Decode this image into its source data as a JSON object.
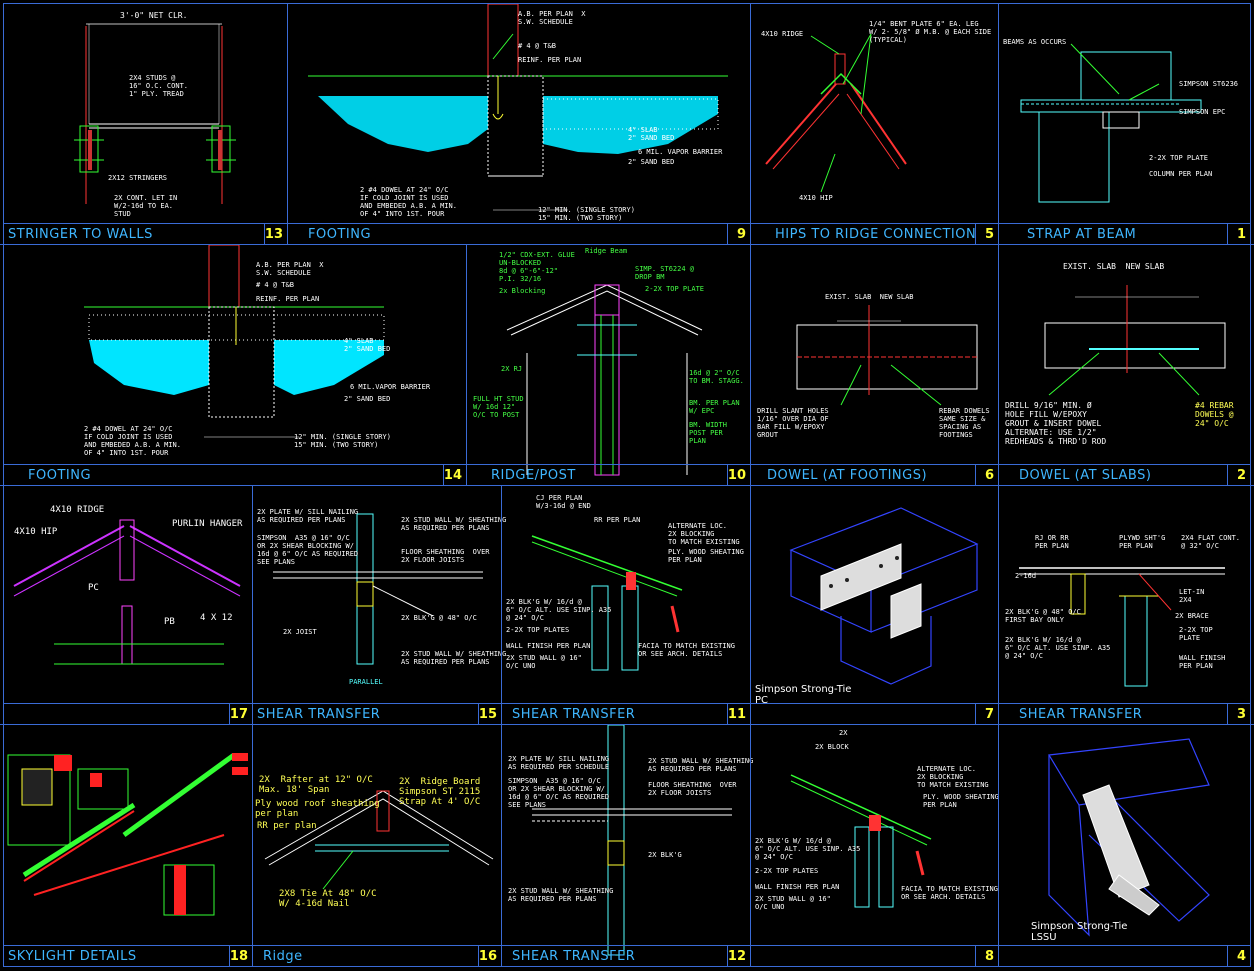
{
  "panels": [
    {
      "id": "p13",
      "title": "STRINGER TO WALLS",
      "number": "13",
      "notes": [
        "3'-0\" NET CLR.",
        "2X4 STUDS @\n16\" O.C. CONT.\n1\" PLY. TREAD",
        "2X12 STRINGERS",
        "2X CONT. LET IN\nW/2-16d TO EA.\nSTUD"
      ]
    },
    {
      "id": "p9",
      "title": "FOOTING",
      "number": "9",
      "notes": [
        "A.B. PER PLAN  X\nS.W. SCHEDULE",
        "# 4 @ T&B",
        "REINF. PER PLAN",
        "4\" SLAB\n2\" SAND BED",
        "6 MIL. VAPOR BARRIER",
        "2\" SAND BED",
        "2 #4 DOWEL AT 24\" O/C\nIF COLD JOINT IS USED\nAND EMBEDED A.B. A MIN.\nOF 4\" INTO 1ST. POUR",
        "12\" MIN. (SINGLE STORY)\n15\" MIN. (TWO STORY)"
      ]
    },
    {
      "id": "p5",
      "title": "HIPS TO RIDGE CONNECTION",
      "number": "5",
      "notes": [
        "4X10 RIDGE",
        "1/4\" BENT PLATE 6\" EA. LEG\nW/ 2- 5/8\" Ø M.B. @ EACH SIDE\n(TYPICAL)",
        "4X10 HIP"
      ]
    },
    {
      "id": "p1",
      "title": "STRAP  AT  BEAM",
      "number": "1",
      "notes": [
        "BEAMS AS OCCURS",
        "SIMPSON ST6236",
        "SIMPSON EPC",
        "2-2X TOP PLATE",
        "COLUMN PER PLAN"
      ]
    },
    {
      "id": "p14",
      "title": "FOOTING",
      "number": "14",
      "notes": [
        "A.B. PER PLAN  X\nS.W. SCHEDULE",
        "# 4 @ T&B",
        "REINF. PER PLAN",
        "4\" SLAB\n2\" SAND BED",
        "6 MIL.VAPOR BARRIER",
        "2\" SAND BED",
        "2 #4 DOWEL AT 24\" O/C\nIF COLD JOINT IS USED\nAND EMBEDED A.B. A MIN.\nOF 4\" INTO 1ST. POUR",
        "12\" MIN. (SINGLE STORY)\n15\" MIN. (TWO STORY)"
      ]
    },
    {
      "id": "p10",
      "title": "RIDGE/POST",
      "number": "10",
      "notes": [
        "1/2\" CDX-EXT. GLUE\nUN-BLOCKED\n8d @ 6\"-6\"-12\"\nP.I. 32/16",
        "Ridge Beam",
        "SIMP. ST6224 @\nDROP BM",
        "2-2X TOP PLATE",
        "2x Blocking",
        "2X RJ",
        "16d @ 2\" O/C\nTO BM. STAGG.",
        "FULL HT STUD\nW/ 16d 12\"\nO/C TO POST",
        "BM. PER PLAN\nW/ EPC",
        "BM. WIDTH\nPOST PER\nPLAN"
      ]
    },
    {
      "id": "p6",
      "title": "DOWEL (AT FOOTINGS)",
      "number": "6",
      "notes": [
        "EXIST. SLAB  NEW SLAB",
        "DRILL SLANT HOLES\n1/16\" OVER DIA OF\nBAR FILL W/EPOXY\nGROUT",
        "REBAR DOWELS\nSAME SIZE &\nSPACING AS\nFOOTINGS"
      ]
    },
    {
      "id": "p2",
      "title": "DOWEL (AT SLABS)",
      "number": "2",
      "notes": [
        "EXIST. SLAB  NEW SLAB",
        "DRILL 9/16\" MIN. Ø\nHOLE FILL W/EPOXY\nGROUT & INSERT DOWEL\nALTERNATE: USE 1/2\"\nREDHEADS & THRD'D ROD",
        "#4 REBAR\nDOWELS @\n24\" O/C"
      ]
    },
    {
      "id": "p17",
      "title": "",
      "number": "17",
      "notes": [
        "4X10 RIDGE",
        "4X10 HIP",
        "PURLIN HANGER",
        "PC",
        "PB",
        "4 X 12"
      ]
    },
    {
      "id": "p15",
      "title": "SHEAR TRANSFER",
      "number": "15",
      "notes": [
        "2X PLATE W/ SILL NAILING\nAS REQUIRED PER PLANS",
        "SIMPSON  A35 @ 16\" O/C\nOR 2X SHEAR BLOCKING W/\n16d @ 6\" O/C AS REQUIRED\nSEE PLANS",
        "2X STUD WALL W/ SHEATHING\nAS REQUIRED PER PLANS",
        "FLOOR SHEATHING  OVER\n2X FLOOR JOISTS",
        "2X BLK'G @ 48\" O/C",
        "2X JOIST",
        "2X STUD WALL W/ SHEATHING\nAS REQUIRED PER PLANS",
        "PARALLEL"
      ]
    },
    {
      "id": "p11",
      "title": "SHEAR TRANSFER",
      "number": "11",
      "notes": [
        "CJ PER PLAN\nW/3-16d @ END",
        "RR PER PLAN",
        "ALTERNATE LOC.\n2X BLOCKING\nTO MATCH EXISTING",
        "PLY. WOOD SHEATING\nPER PLAN",
        "2X BLK'G W/ 16/d @\n6\" O/C ALT. USE SINP. A35\n@ 24\" O/C",
        "2-2X TOP PLATES",
        "WALL FINISH PER PLAN",
        "2X STUD WALL @ 16\"\nO/C UNO",
        "FACIA TO MATCH EXISTING\nOR SEE ARCH. DETAILS"
      ]
    },
    {
      "id": "p7",
      "title": "",
      "number": "7",
      "subtitle": "Simpson Strong-Tie\nPC",
      "notes": []
    },
    {
      "id": "p3",
      "title": "SHEAR TRANSFER",
      "number": "3",
      "notes": [
        "RJ OR RR\nPER PLAN",
        "PLYWD SHT'G\nPER PLAN",
        "2X4 FLAT CONT.\n@ 32\" O/C",
        "2-16d",
        "LET-IN\n2X4",
        "2X BLK'G @ 48\" O/C\nFIRST BAY ONLY",
        "2X BRACE",
        "2-2X TOP\nPLATE",
        "2X BLK'G W/ 16/d @\n6\" O/C ALT. USE SINP. A35\n@ 24\" O/C",
        "WALL FINISH\nPER PLAN"
      ]
    },
    {
      "id": "p18",
      "title": "SKYLIGHT DETAILS",
      "number": "18",
      "notes": []
    },
    {
      "id": "p16",
      "title": "Ridge",
      "number": "16",
      "notes": [
        "2X  Rafter at 12\" O/C\nMax. 18' Span",
        "Ply wood roof sheathing\nper plan",
        "RR per plan",
        "2X  Ridge Board\nSimpson ST 2115\nStrap At 4' O/C",
        "2X8 Tie At 48\" O/C\nW/ 4-16d Nail"
      ]
    },
    {
      "id": "p12",
      "title": "SHEAR TRANSFER",
      "number": "12",
      "notes": [
        "2X PLATE W/ SILL NAILING\nAS REQUIRED PER SCHEDULE",
        "2X STUD WALL W/ SHEATHING\nAS REQUIRED PER PLANS",
        "SIMPSON  A35 @ 16\" O/C\nOR 2X SHEAR BLOCKING W/\n16d @ 6\" O/C AS REQUIRED\nSEE PLANS",
        "FLOOR SHEATHING  OVER\n2X FLOOR JOISTS",
        "2X BLK'G",
        "2X STUD WALL W/ SHEATHING\nAS REQUIRED PER PLANS"
      ]
    },
    {
      "id": "p8",
      "title": "",
      "number": "8",
      "notes": [
        "2X",
        "2X BLOCK",
        "ALTERNATE LOC.\n2X BLOCKING\nTO MATCH EXISTING",
        "PLY. WOOD SHEATING\nPER PLAN",
        "2X BLK'G W/ 16/d @\n6\" O/C ALT. USE SINP. A35\n@ 24\" O/C",
        "2-2X TOP PLATES",
        "WALL FINISH PER PLAN",
        "2X STUD WALL @ 16\"\nO/C UNO",
        "FACIA TO MATCH EXISTING\nOR SEE ARCH. DETAILS"
      ]
    },
    {
      "id": "p4",
      "title": "",
      "number": "4",
      "subtitle": "Simpson Strong-Tie\nLSSU",
      "notes": []
    }
  ]
}
